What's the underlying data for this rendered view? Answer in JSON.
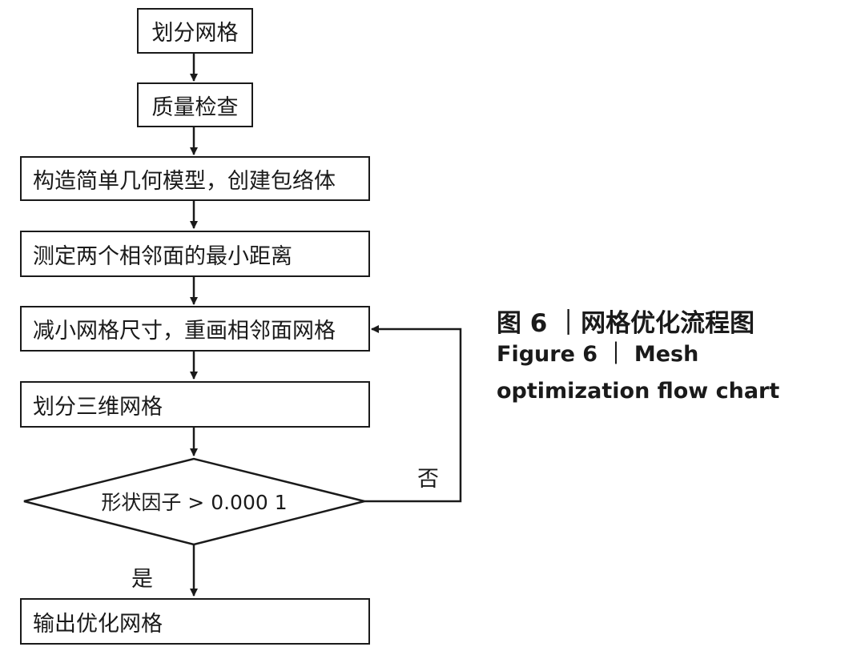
{
  "flowchart": {
    "steps": [
      "划分网格",
      "质量检查",
      "构造简单几何模型，创建包络体",
      "测定两个相邻面的最小距离",
      "减小网格尺寸，重画相邻面网格",
      "划分三维网格"
    ],
    "decision": "形状因子 > 0.000 1",
    "no_label": "否",
    "yes_label": "是",
    "output": "输出优化网格"
  },
  "caption": {
    "cn": "图 6 ｜网格优化流程图",
    "en": "Figure 6 ｜ Mesh optimization flow chart"
  }
}
